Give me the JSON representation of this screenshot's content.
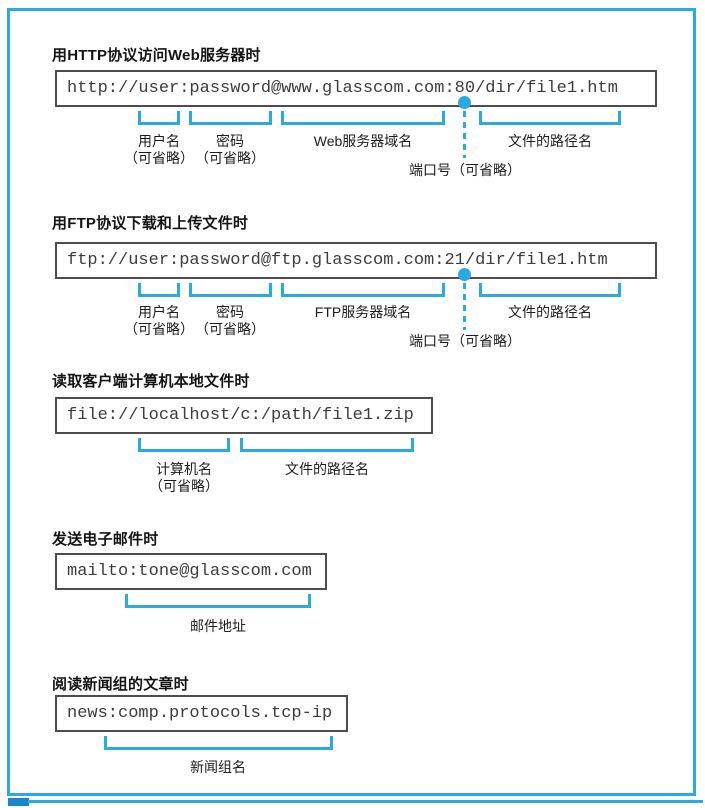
{
  "figure": {
    "accent_color": "#29abe2",
    "box_border_color": "#4d4d4f",
    "sections": [
      {
        "title": "用HTTP协议访问Web服务器时",
        "url": "http://user:password@www.glasscom.com:80/dir/file1.htm",
        "labels": {
          "username": "用户名",
          "username_note": "（可省略）",
          "password": "密码",
          "password_note": "（可省略）",
          "domain": "Web服务器域名",
          "port": "端口号（可省略）",
          "path": "文件的路径名"
        }
      },
      {
        "title": "用FTP协议下载和上传文件时",
        "url": "ftp://user:password@ftp.glasscom.com:21/dir/file1.htm",
        "labels": {
          "username": "用户名",
          "username_note": "（可省略）",
          "password": "密码",
          "password_note": "（可省略）",
          "domain": "FTP服务器域名",
          "port": "端口号（可省略）",
          "path": "文件的路径名"
        }
      },
      {
        "title": "读取客户端计算机本地文件时",
        "url": "file://localhost/c:/path/file1.zip",
        "labels": {
          "computer": "计算机名",
          "computer_note": "（可省略）",
          "path": "文件的路径名"
        }
      },
      {
        "title": "发送电子邮件时",
        "url": "mailto:tone@glasscom.com",
        "labels": {
          "address": "邮件地址"
        }
      },
      {
        "title": "阅读新闻组的文章时",
        "url": "news:comp.protocols.tcp-ip",
        "labels": {
          "newsgroup": "新闻组名"
        }
      }
    ]
  }
}
